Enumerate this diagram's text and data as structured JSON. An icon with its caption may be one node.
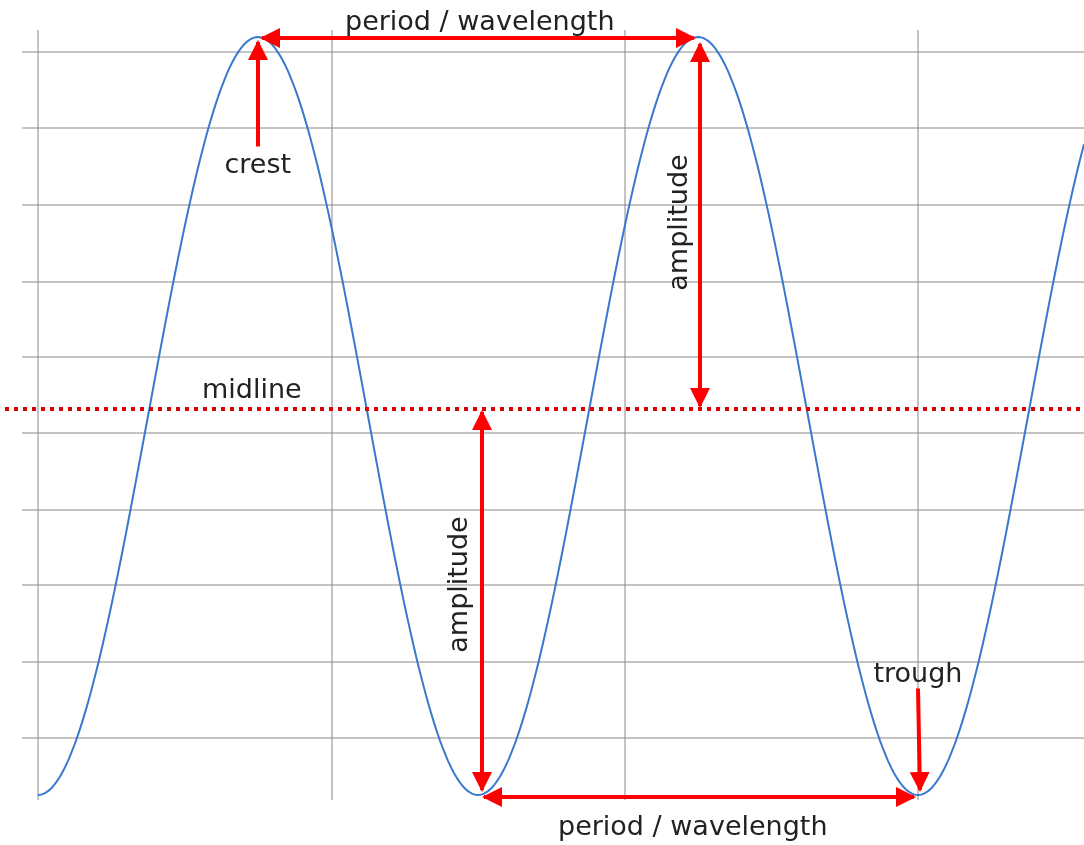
{
  "diagram": {
    "nodes": [
      {
        "text": [
          "crest"
        ]
      },
      {
        "text": [
          "trough"
        ]
      }
    ],
    "edges": [
      {
        "from": 0,
        "to": null,
        "arrow": "to"
      },
      {
        "from": 1,
        "to": null,
        "arrow": "to"
      }
    ],
    "labels": [
      "period / wavelength",
      "amplitude",
      "midline",
      "amplitude",
      "period / wavelength"
    ]
  }
}
